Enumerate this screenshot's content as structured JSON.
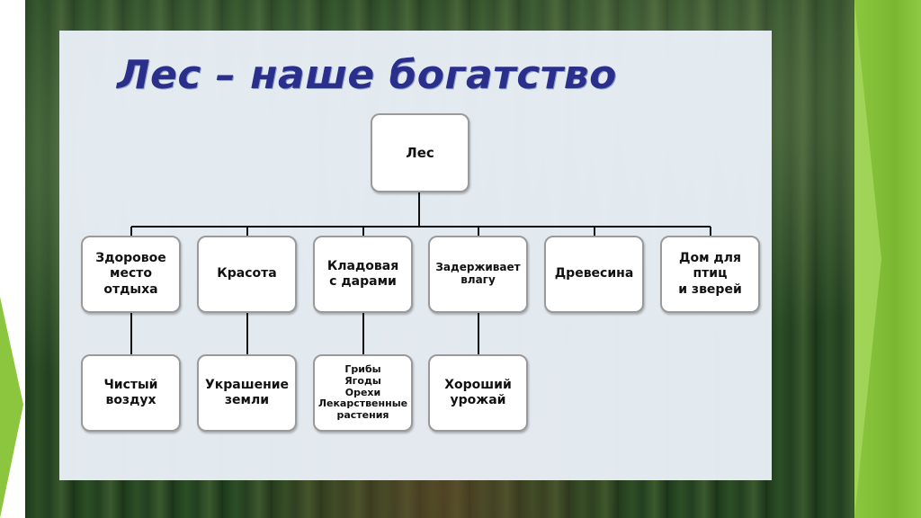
{
  "title": "Лес – наше богатство",
  "root": "Лес",
  "level1": [
    "Здоровое\nместо\nотдыха",
    "Красота",
    "Кладовая\nс дарами",
    "Задерживает\nвлагу",
    "Древесина",
    "Дом для\nптиц\nи зверей"
  ],
  "level2": [
    "Чистый\nвоздух",
    "Украшение\nземли",
    "Грибы\nЯгоды\nОрехи\nЛекарственные\nрастения",
    "Хороший\nурожай"
  ]
}
